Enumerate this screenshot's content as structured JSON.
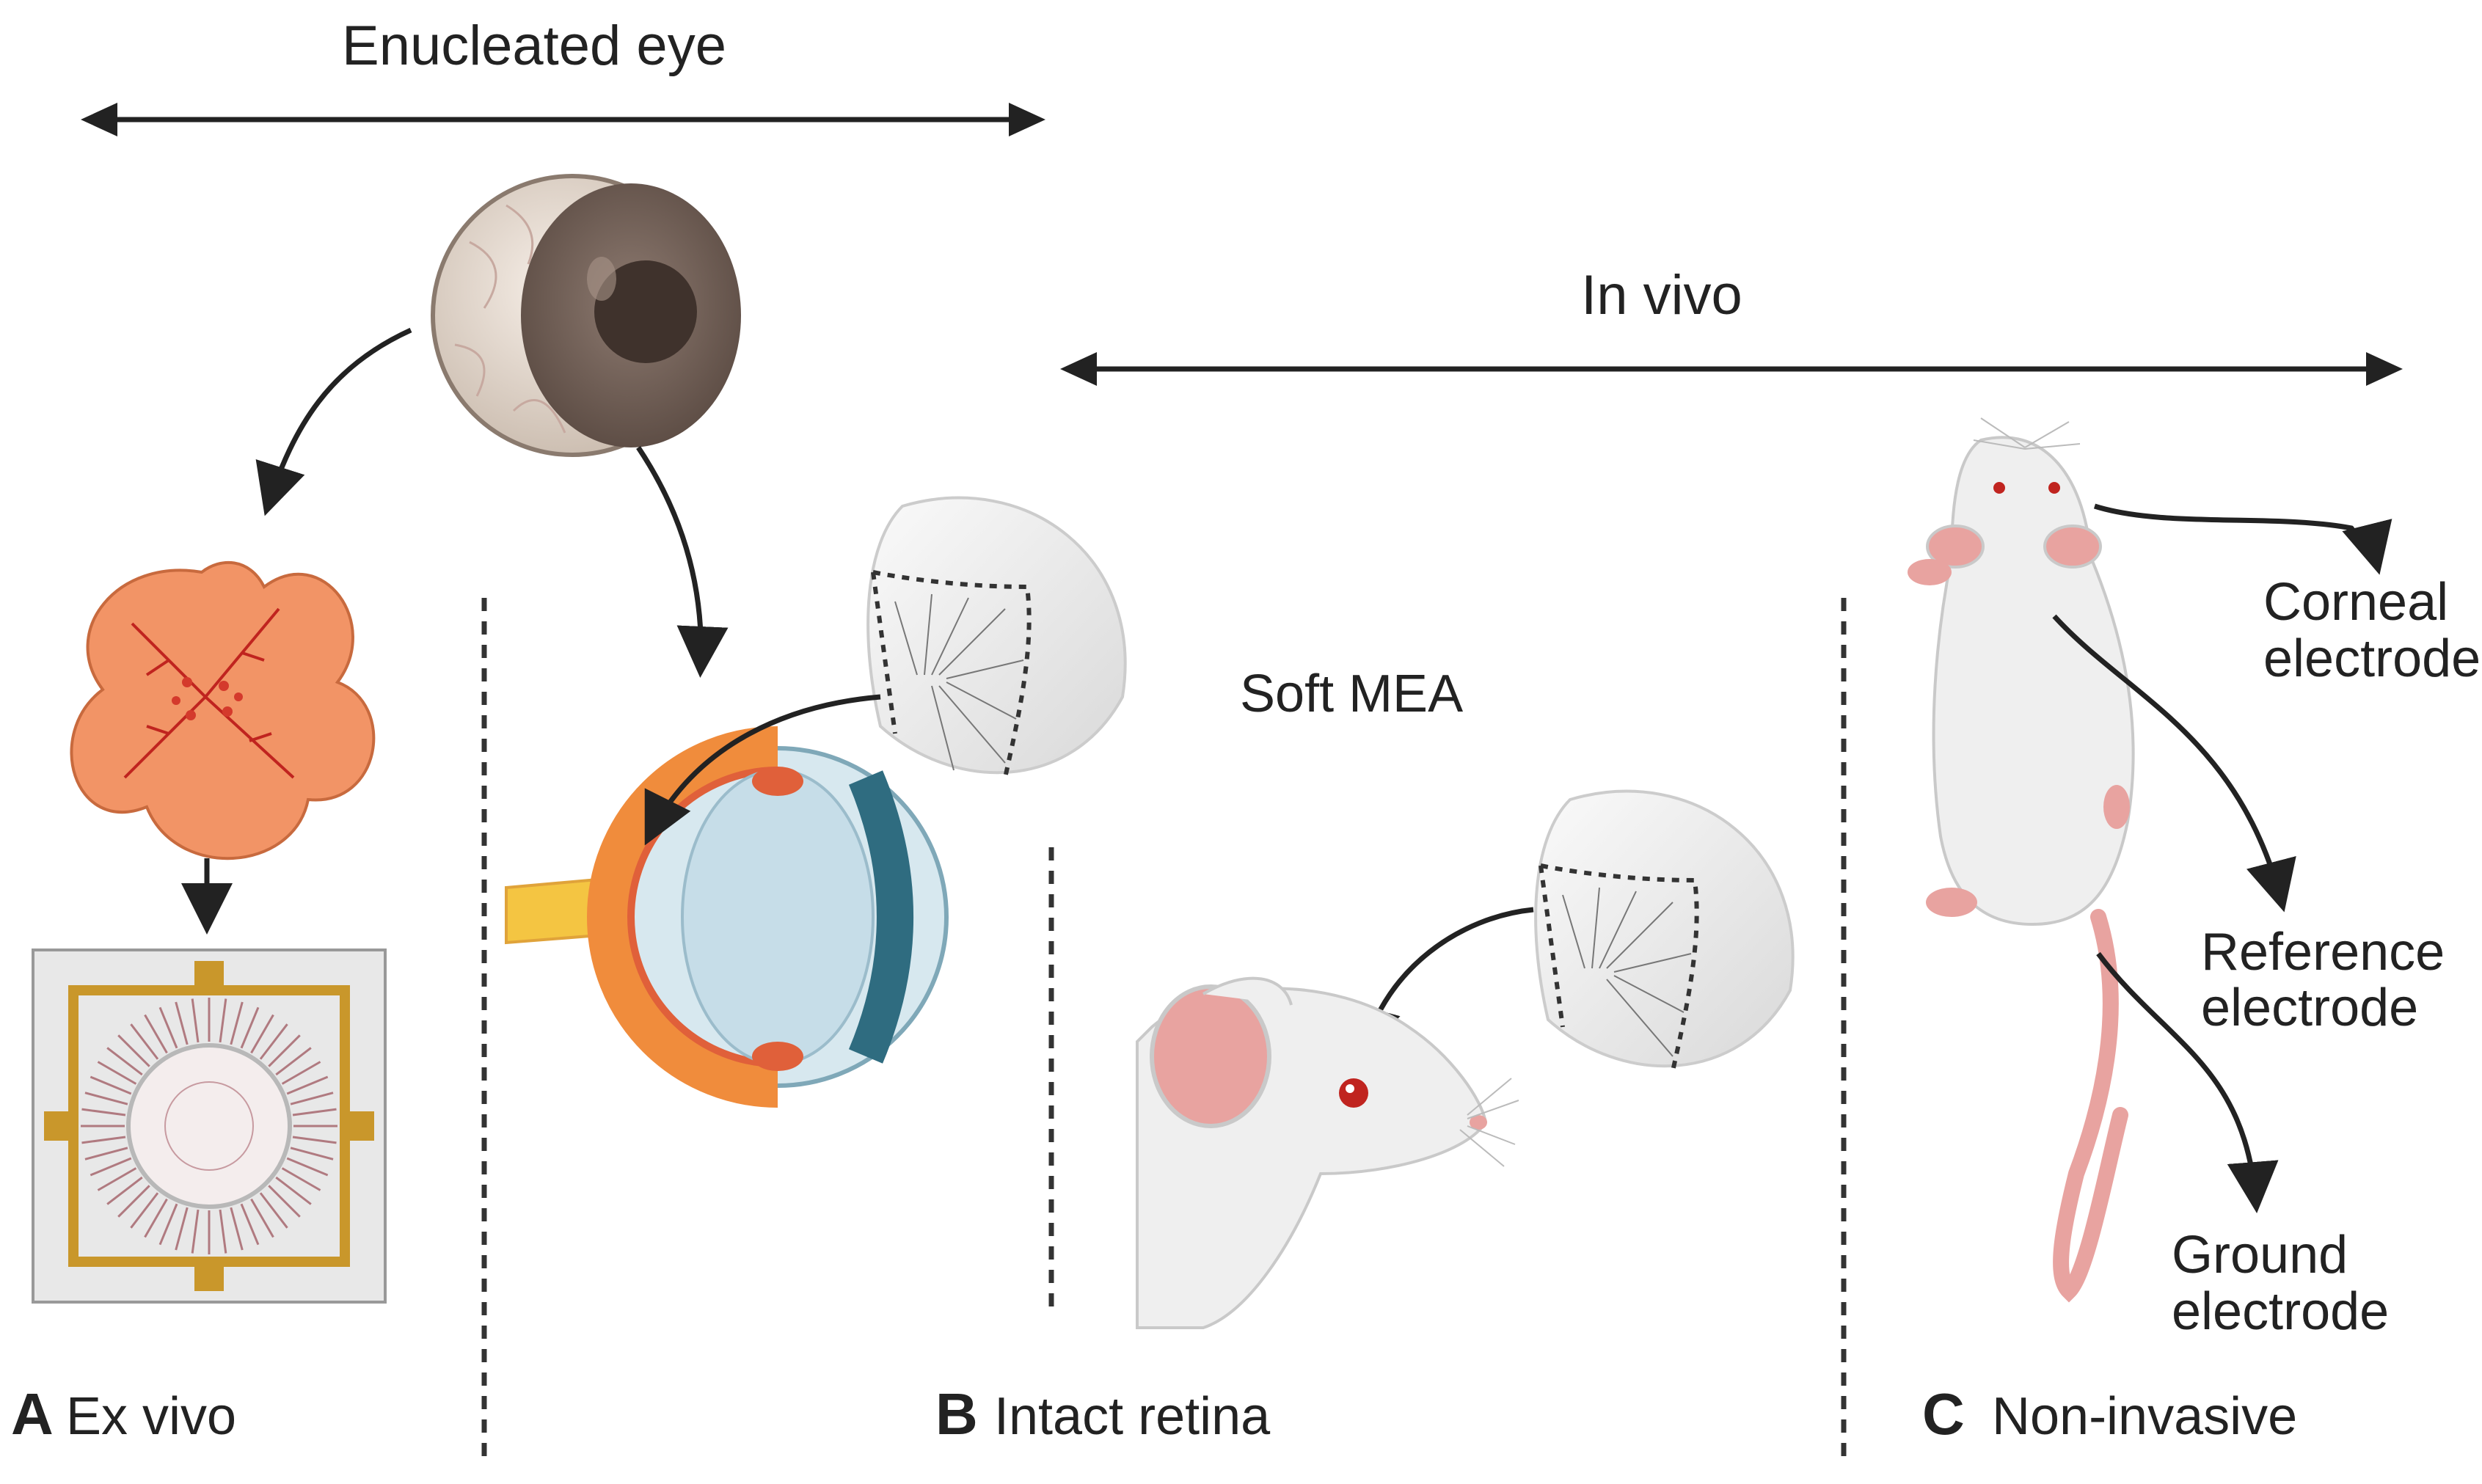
{
  "header": {
    "enucleated_eye": "Enucleated eye",
    "in_vivo": "In vivo"
  },
  "labels": {
    "soft_mea": "Soft MEA",
    "corneal_1": "Corneal",
    "corneal_2": "electrode",
    "reference_1": "Reference",
    "reference_2": "electrode",
    "ground_1": "Ground",
    "ground_2": "electrode"
  },
  "panels": [
    {
      "letter": "A",
      "title": "Ex vivo"
    },
    {
      "letter": "B",
      "title": "Intact retina"
    },
    {
      "letter": "C",
      "title": "Non-invasive"
    }
  ],
  "colors": {
    "arrow": "#222222",
    "retina": "#f08c5c",
    "vessel": "#c0241f",
    "mea_gold": "#c9972b",
    "mouse_body": "#efefef",
    "mouse_pink": "#e8a3a0"
  }
}
